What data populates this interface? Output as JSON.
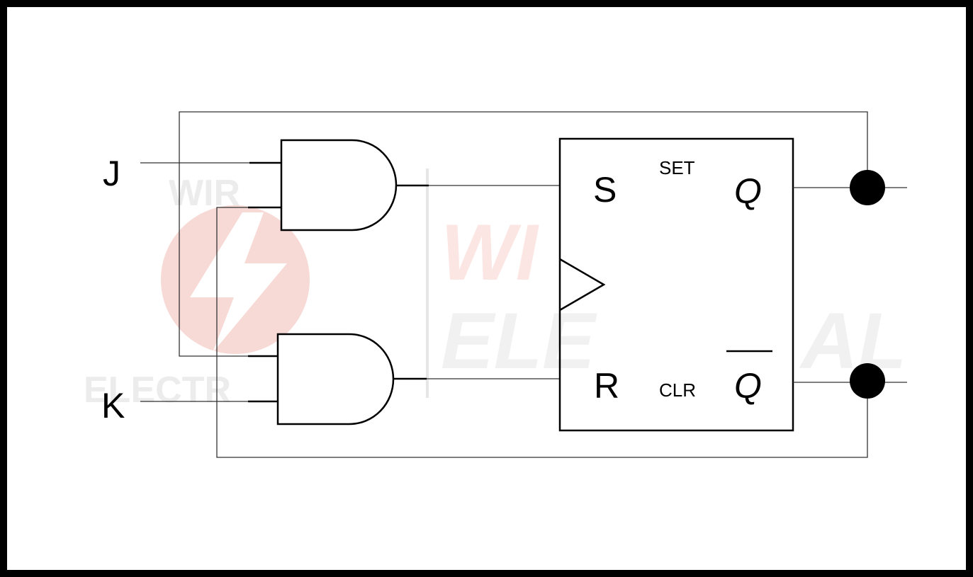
{
  "diagram": {
    "inputs": {
      "j_label": "J",
      "k_label": "K"
    },
    "flipflop": {
      "s_label": "S",
      "r_label": "R",
      "set_label": "SET",
      "clr_label": "CLR",
      "q_label": "Q",
      "qbar_label": "Q"
    },
    "watermark": {
      "line1": "WIRA",
      "line2": "ELECTRICAL"
    },
    "colors": {
      "line": "#000000",
      "watermark_red": "#f3c9c4",
      "watermark_gray": "#eeeeee"
    }
  }
}
